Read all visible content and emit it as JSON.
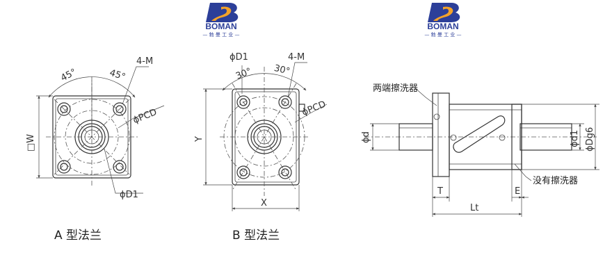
{
  "logo": {
    "brand": "BOMAN",
    "tagline": "— 勃 曼 工 业 —",
    "colors": {
      "blue": "#2c3f99",
      "orange": "#f3a22a"
    }
  },
  "view_a": {
    "caption": "A 型法兰",
    "angle_label": "45°",
    "angle_label_2": "45°",
    "m_label": "4-M",
    "pcd_label": "ϕPCD",
    "w_label": "□W",
    "d1_label": "ϕD1"
  },
  "view_b": {
    "caption": "B 型法兰",
    "d1_label": "ϕD1",
    "m_label": "4-M",
    "angle_label": "30°",
    "angle_label_2": "30°",
    "pcd_label": "ϕPCD",
    "y_label": "Y",
    "x_label": "X"
  },
  "view_side": {
    "wiper_label": "两端擦洗器",
    "no_wiper_label": "没有擦洗器",
    "d_label": "ϕd",
    "d1_label": "ϕd1",
    "dg6_label": "ϕDg6",
    "t_label": "T",
    "e_label": "E",
    "lt_label": "Lt"
  }
}
